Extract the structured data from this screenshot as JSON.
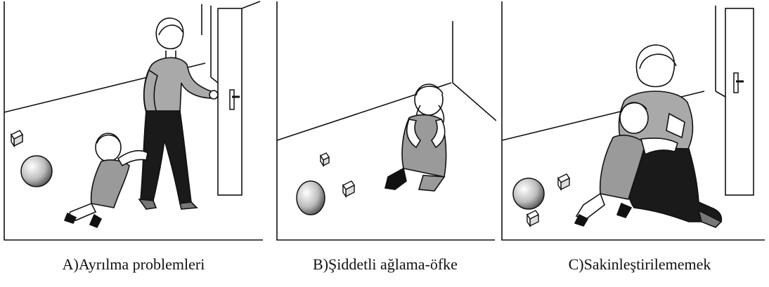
{
  "panels": [
    {
      "caption": "A)Ayrılma problemleri"
    },
    {
      "caption": "B)Şiddetli ağlama-öfke"
    },
    {
      "caption": "C)Sakinleştirilememek"
    }
  ],
  "colors": {
    "ink": "#111111",
    "dark_clothing": "#1a1a1a",
    "shirt_gray": "#a9a9a9",
    "overalls_gray": "#9a9a9a"
  },
  "icons": [
    "ball-icon",
    "toy-block-icon",
    "door-handle-icon"
  ]
}
